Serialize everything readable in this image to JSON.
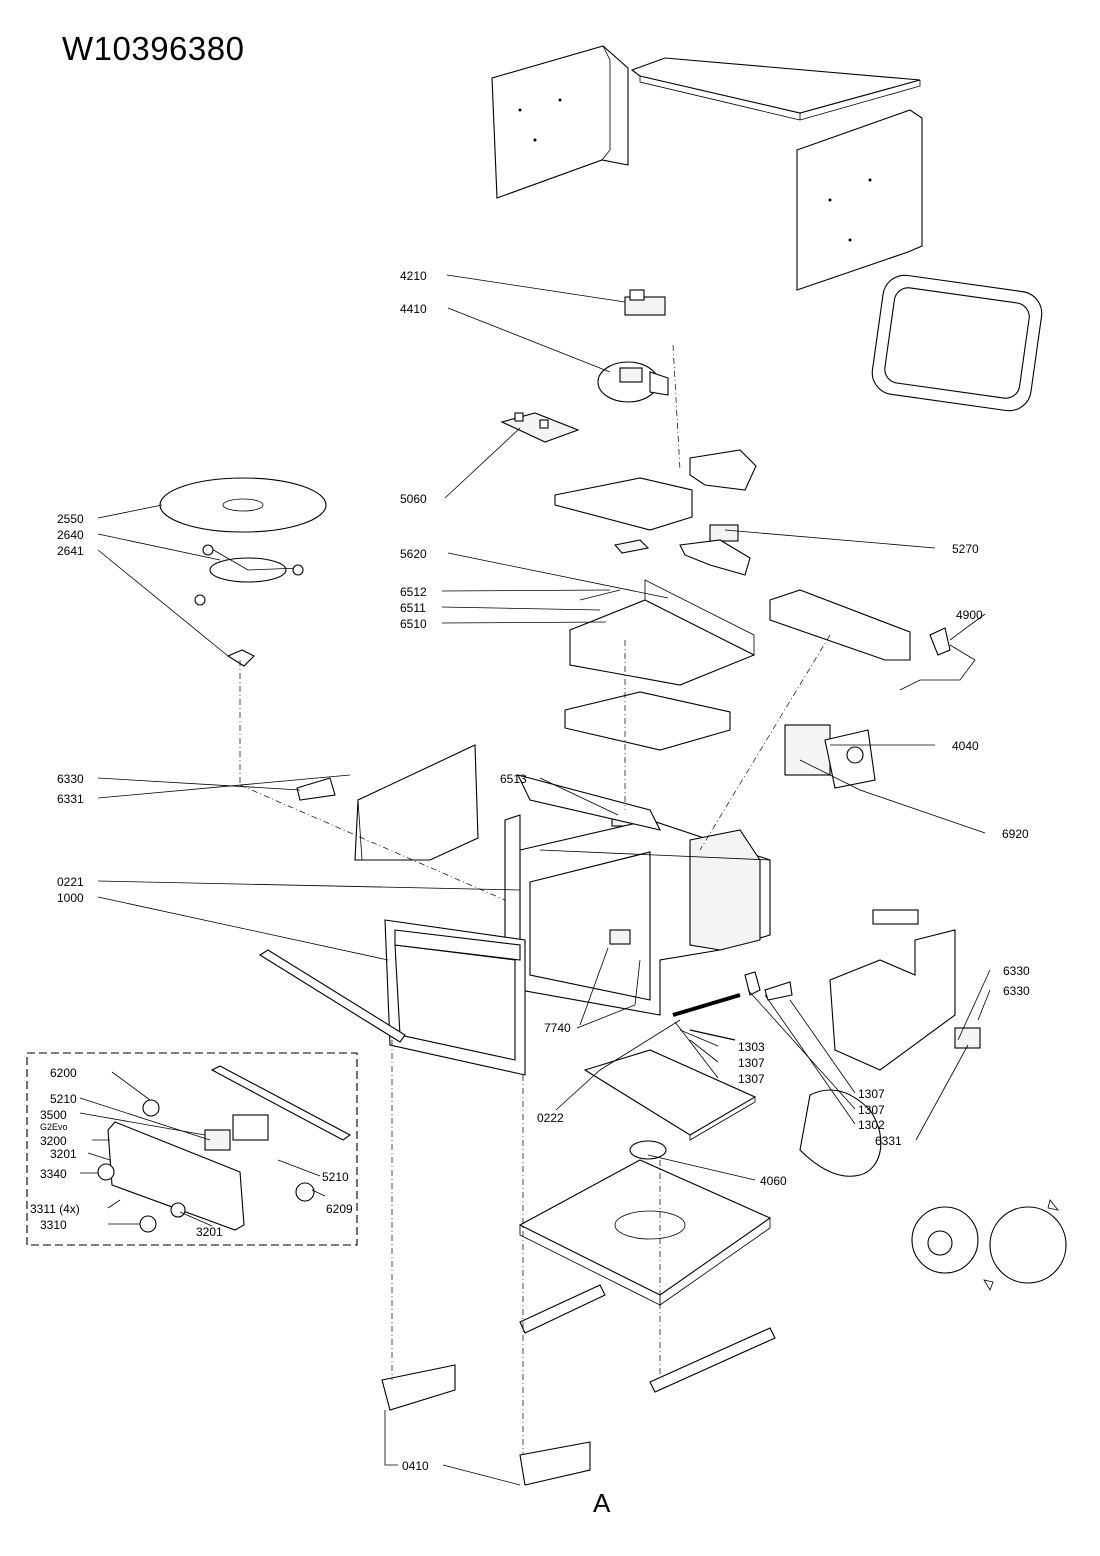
{
  "document": {
    "model_number": "W10396380",
    "view_letter": "A"
  },
  "callouts": [
    {
      "id": "4210",
      "text": "4210"
    },
    {
      "id": "4410",
      "text": "4410"
    },
    {
      "id": "5060",
      "text": "5060"
    },
    {
      "id": "5270",
      "text": "5270"
    },
    {
      "id": "2550",
      "text": "2550"
    },
    {
      "id": "2640",
      "text": "2640"
    },
    {
      "id": "2641",
      "text": "2641"
    },
    {
      "id": "5620",
      "text": "5620"
    },
    {
      "id": "6512",
      "text": "6512"
    },
    {
      "id": "6511",
      "text": "6511"
    },
    {
      "id": "6510",
      "text": "6510"
    },
    {
      "id": "4900",
      "text": "4900"
    },
    {
      "id": "4040",
      "text": "4040"
    },
    {
      "id": "6330-left",
      "text": "6330"
    },
    {
      "id": "6331-left",
      "text": "6331"
    },
    {
      "id": "6513",
      "text": "6513"
    },
    {
      "id": "6920",
      "text": "6920"
    },
    {
      "id": "0221",
      "text": "0221"
    },
    {
      "id": "1000",
      "text": "1000"
    },
    {
      "id": "6330-right-a",
      "text": "6330"
    },
    {
      "id": "6330-right-b",
      "text": "6330"
    },
    {
      "id": "7740",
      "text": "7740"
    },
    {
      "id": "1303",
      "text": "1303"
    },
    {
      "id": "1307-a",
      "text": "1307"
    },
    {
      "id": "1307-b",
      "text": "1307"
    },
    {
      "id": "1307-c",
      "text": "1307"
    },
    {
      "id": "1307-d",
      "text": "1307"
    },
    {
      "id": "1302",
      "text": "1302"
    },
    {
      "id": "6331-right",
      "text": "6331"
    },
    {
      "id": "0222",
      "text": "0222"
    },
    {
      "id": "4060",
      "text": "4060"
    },
    {
      "id": "6200",
      "text": "6200"
    },
    {
      "id": "5210-a",
      "text": "5210"
    },
    {
      "id": "3500",
      "text": "3500"
    },
    {
      "id": "3500-sub",
      "text": "G2Evo"
    },
    {
      "id": "3200",
      "text": "3200"
    },
    {
      "id": "3201-a",
      "text": "3201"
    },
    {
      "id": "3340",
      "text": "3340"
    },
    {
      "id": "3311",
      "text": "3311 (4x)"
    },
    {
      "id": "3310",
      "text": "3310"
    },
    {
      "id": "3201-b",
      "text": "3201"
    },
    {
      "id": "5210-b",
      "text": "5210"
    },
    {
      "id": "6209",
      "text": "6209"
    },
    {
      "id": "0410",
      "text": "0410"
    }
  ]
}
